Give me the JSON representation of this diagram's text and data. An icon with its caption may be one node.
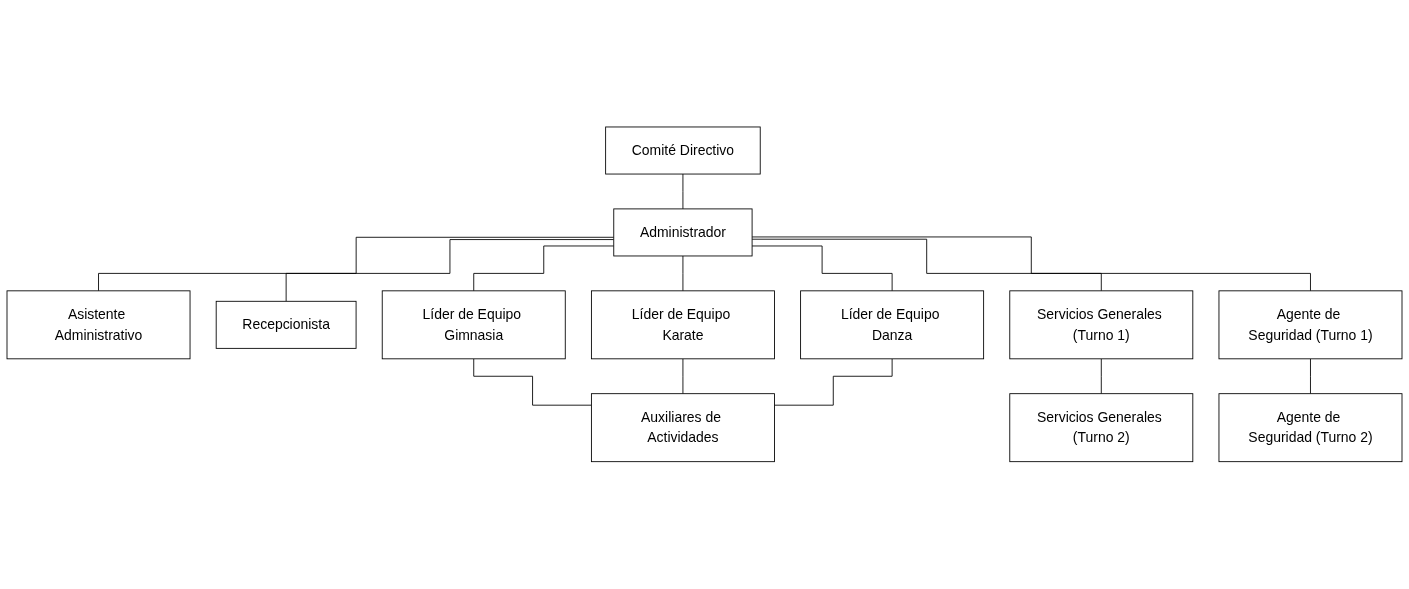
{
  "diagram": {
    "nodes": [
      {
        "text": [
          "Comité Directivo"
        ]
      },
      {
        "text": [
          "Administrador"
        ]
      },
      {
        "text": [
          "Asistente Administrativo"
        ]
      },
      {
        "text": [
          "Recepcionista"
        ]
      },
      {
        "text": [
          "Líder de Equipo Gimnasia"
        ]
      },
      {
        "text": [
          "Líder de Equipo Karate"
        ]
      },
      {
        "text": [
          "Líder de Equipo Danza"
        ]
      },
      {
        "text": [
          "Servicios Generales (Turno 1)"
        ]
      },
      {
        "text": [
          "Agente de Seguridad (Turno 1)"
        ]
      },
      {
        "text": [
          "Auxiliares de Actividades"
        ]
      },
      {
        "text": [
          "Servicios Generales (Turno 2)"
        ]
      },
      {
        "text": [
          "Agente de Seguridad (Turno 2)"
        ]
      }
    ],
    "edges": [
      {
        "from": 0,
        "to": 1,
        "arrow": "none"
      },
      {
        "from": 1,
        "to": 2,
        "arrow": "none"
      },
      {
        "from": 1,
        "to": 3,
        "arrow": "none"
      },
      {
        "from": 1,
        "to": 4,
        "arrow": "none"
      },
      {
        "from": 1,
        "to": 5,
        "arrow": "none"
      },
      {
        "from": 1,
        "to": 6,
        "arrow": "none"
      },
      {
        "from": 1,
        "to": 7,
        "arrow": "none"
      },
      {
        "from": 1,
        "to": 8,
        "arrow": "none"
      },
      {
        "from": 4,
        "to": 9,
        "arrow": "none"
      },
      {
        "from": 5,
        "to": 9,
        "arrow": "none"
      },
      {
        "from": 6,
        "to": 9,
        "arrow": "none"
      },
      {
        "from": 7,
        "to": 10,
        "arrow": "none"
      },
      {
        "from": 8,
        "to": 11,
        "arrow": "none"
      }
    ]
  }
}
